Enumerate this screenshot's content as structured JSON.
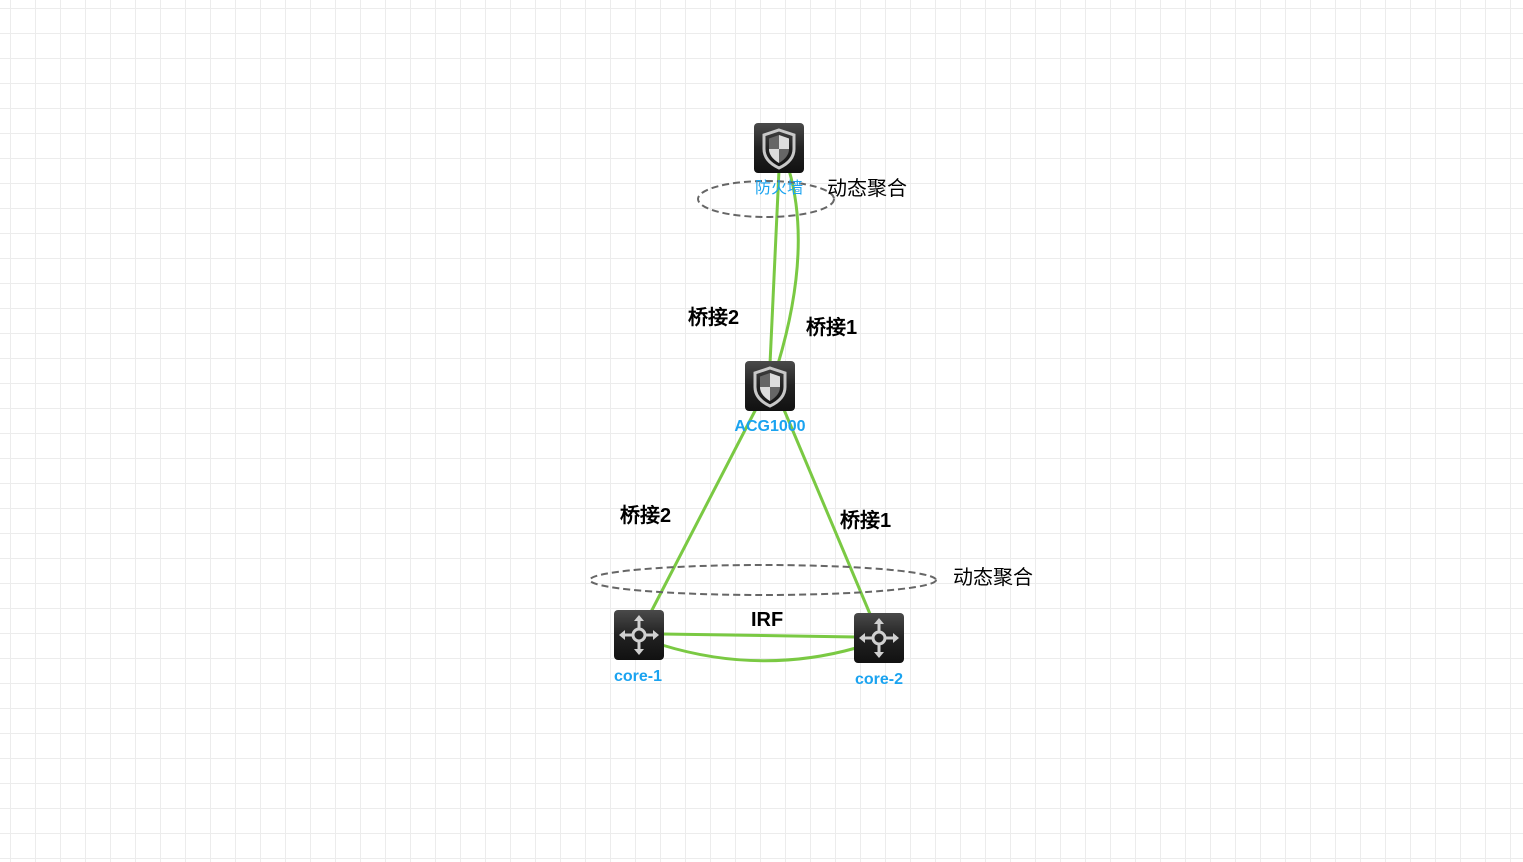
{
  "nodes": {
    "firewall": {
      "label": "防火墙",
      "icon": "firewall-shield-icon"
    },
    "acg": {
      "label": "ACG1000",
      "icon": "firewall-shield-icon"
    },
    "core1": {
      "label": "core-1",
      "icon": "switch-arrows-icon"
    },
    "core2": {
      "label": "core-2",
      "icon": "switch-arrows-icon"
    }
  },
  "links": {
    "top_bridge2": "桥接2",
    "top_bridge1": "桥接1",
    "bottom_bridge2": "桥接2",
    "bottom_bridge1": "桥接1",
    "irf": "IRF"
  },
  "aggregations": {
    "top": "动态聚合",
    "bottom": "动态聚合"
  },
  "colors": {
    "link": "#7ac943",
    "node_label": "#1aa3f0",
    "icon_bg": "#1e1e1e",
    "ellipse": "#666666"
  }
}
